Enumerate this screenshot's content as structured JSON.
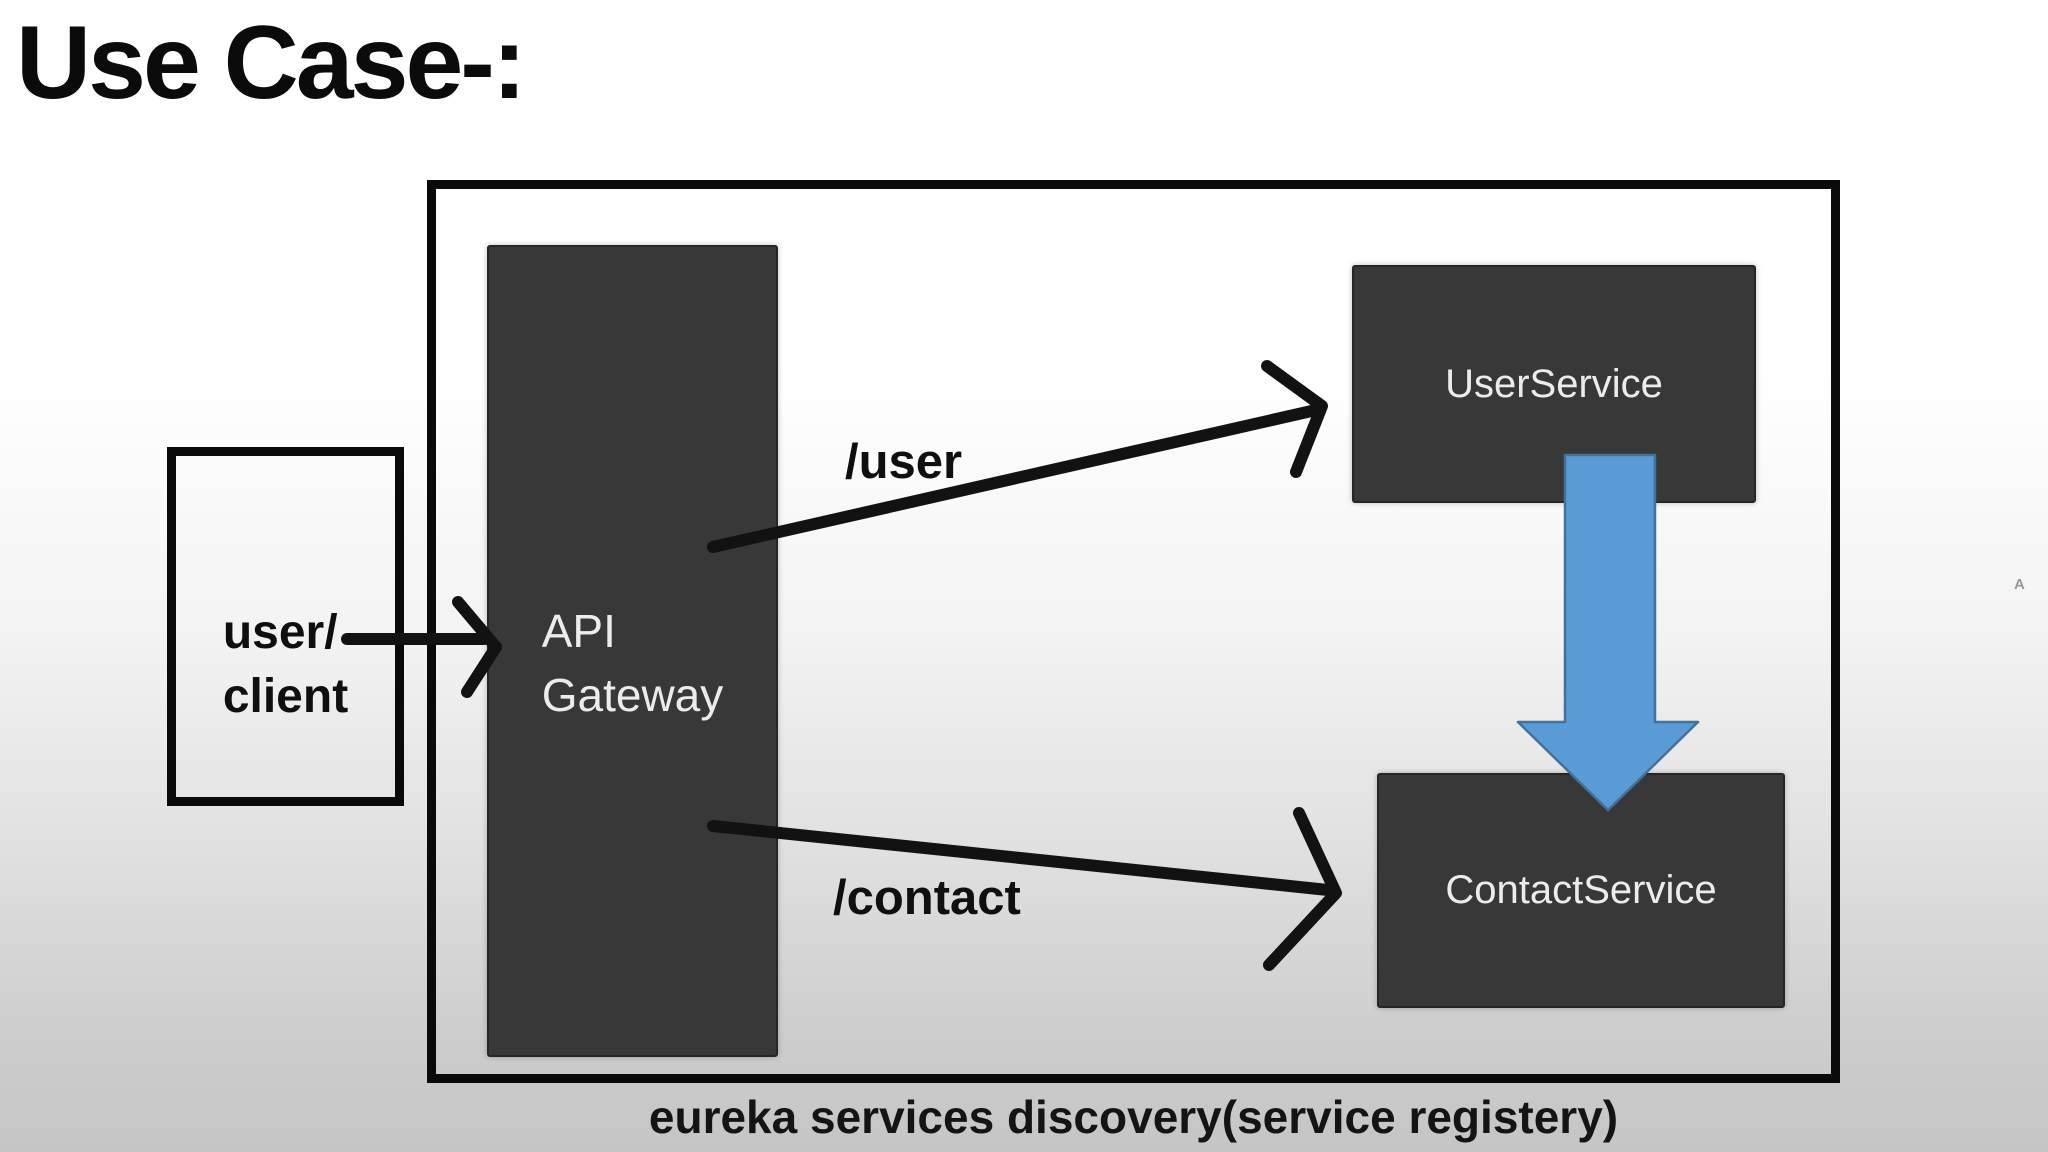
{
  "slide": {
    "title": "Use Case-:"
  },
  "diagram": {
    "caption": "eureka services discovery(service registery)",
    "nodes": {
      "client": {
        "line1": "user/",
        "line2": "client"
      },
      "api_gateway": {
        "line1": "API",
        "line2": "Gateway"
      },
      "user_service": {
        "label": "UserService"
      },
      "contact_service": {
        "label": "ContactService"
      }
    },
    "routes": {
      "user": {
        "label": "/user"
      },
      "contact": {
        "label": "/contact"
      }
    }
  },
  "colors": {
    "node_fill": "#383838",
    "node_text": "#ececec",
    "outline_black": "#0a0a0a",
    "arrow_black": "#121212",
    "accent_blue": "#5b9bd5",
    "accent_blue_border": "#41719c",
    "background_top": "#ffffff",
    "background_bottom": "#c5c5c5"
  },
  "decorations": {
    "stray_mark": "A"
  }
}
